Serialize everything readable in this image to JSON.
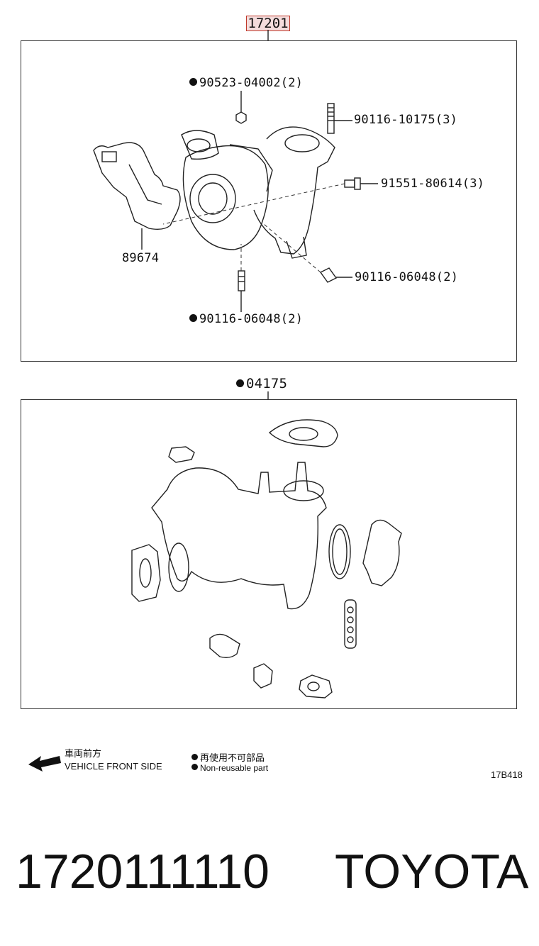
{
  "header": {
    "assembly_part": "17201"
  },
  "top_panel": {
    "callouts": [
      {
        "id": "c1",
        "part": "90523-04002(2)",
        "non_reusable": true
      },
      {
        "id": "c2",
        "part": "90116-10175(3)",
        "non_reusable": false
      },
      {
        "id": "c3",
        "part": "91551-80614(3)",
        "non_reusable": false
      },
      {
        "id": "c4",
        "part": "89674",
        "non_reusable": false
      },
      {
        "id": "c5",
        "part": "90116-06048(2)",
        "non_reusable": false
      },
      {
        "id": "c6",
        "part": "90116-06048(2)",
        "non_reusable": true
      }
    ]
  },
  "gasket_kit": {
    "part": "04175",
    "non_reusable": true
  },
  "legend": {
    "front_side_jp": "車両前方",
    "front_side_en": "VEHICLE FRONT SIDE",
    "nonreusable_jp": "再使用不可部品",
    "nonreusable_en": "Non-reusable part",
    "diagram_code": "17B418"
  },
  "footer": {
    "part_number": "1720111110",
    "brand": "TOYOTA"
  }
}
